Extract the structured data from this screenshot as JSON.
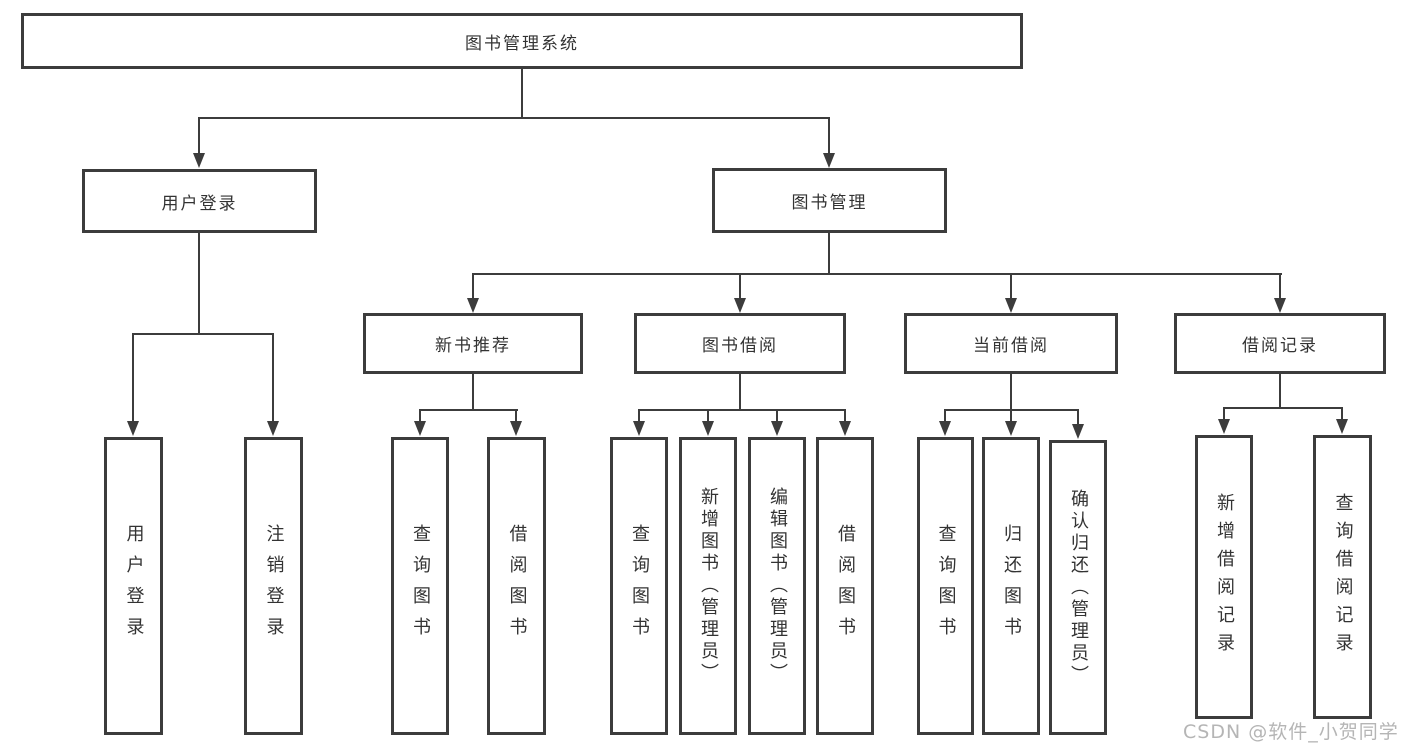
{
  "colors": {
    "line": "#3c3c3c",
    "text": "#333333",
    "watermark": "#b5b5b5"
  },
  "watermark": "CSDN @软件_小贺同学",
  "tree": {
    "label": "图书管理系统",
    "children": [
      {
        "label": "用户登录",
        "children": [
          {
            "label": "用户登录"
          },
          {
            "label": "注销登录"
          }
        ]
      },
      {
        "label": "图书管理",
        "children": [
          {
            "label": "新书推荐",
            "children": [
              {
                "label": "查询图书"
              },
              {
                "label": "借阅图书"
              }
            ]
          },
          {
            "label": "图书借阅",
            "children": [
              {
                "label": "查询图书"
              },
              {
                "label": "新增图书（管理员）"
              },
              {
                "label": "编辑图书（管理员）"
              },
              {
                "label": "借阅图书"
              }
            ]
          },
          {
            "label": "当前借阅",
            "children": [
              {
                "label": "查询图书"
              },
              {
                "label": "归还图书"
              },
              {
                "label": "确认归还（管理员）"
              }
            ]
          },
          {
            "label": "借阅记录",
            "children": [
              {
                "label": "新增借阅记录"
              },
              {
                "label": "查询借阅记录"
              }
            ]
          }
        ]
      }
    ]
  }
}
